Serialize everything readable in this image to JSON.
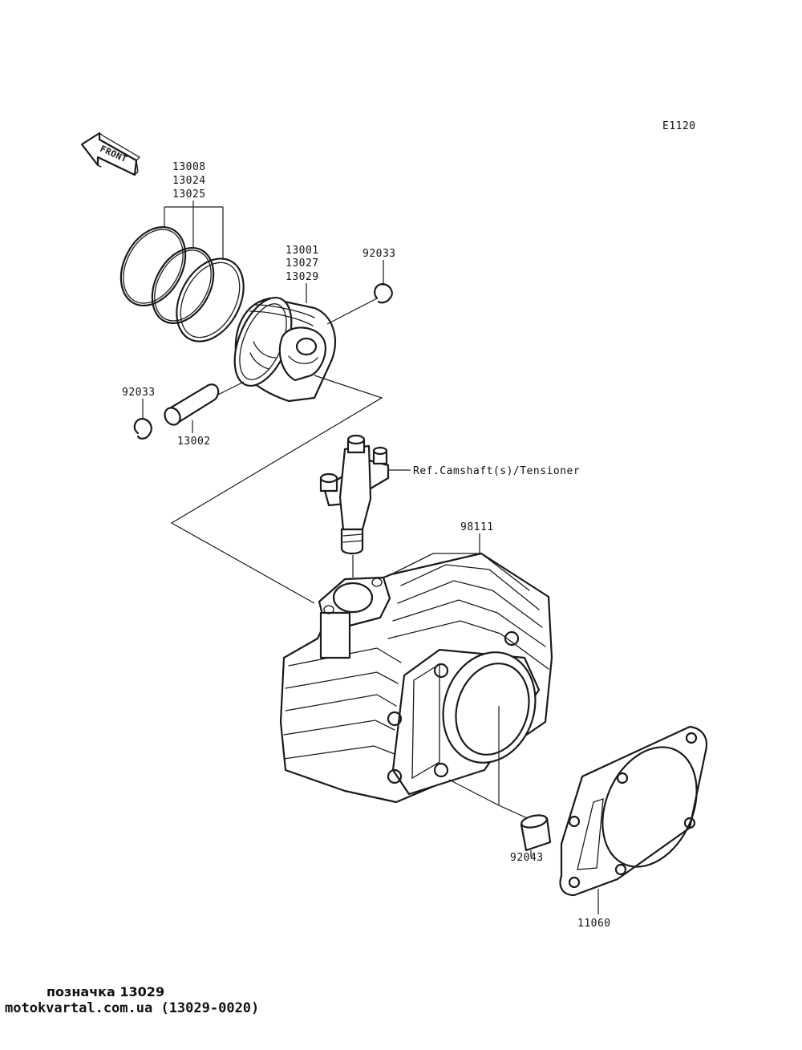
{
  "diagram_code": "E1120",
  "front_label": "FRONT",
  "labels": {
    "rings": [
      "13008",
      "13024",
      "13025"
    ],
    "piston": [
      "13001",
      "13027",
      "13029"
    ],
    "clip_right": "92033",
    "clip_left": "92033",
    "pin": "13002",
    "tensioner_ref": "Ref.Camshaft(s)/Tensioner",
    "cylinder": "98111",
    "dowel": "92043",
    "gasket": "11060"
  },
  "footer": {
    "title": "позначка 13029",
    "site": "motokvartal.com.ua (13029-0020)"
  },
  "colors": {
    "line": "#1a1a1a",
    "background": "#ffffff"
  }
}
